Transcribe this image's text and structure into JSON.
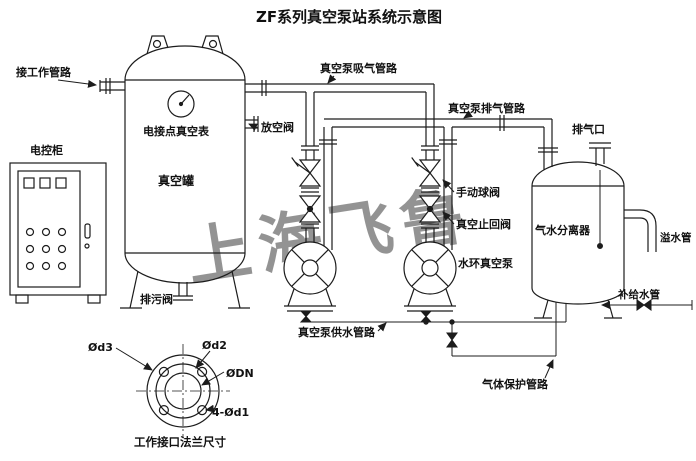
{
  "title": "ZF系列真空泵站系统示意图",
  "watermark": "上海飞鲁",
  "labels": {
    "work_pipe": "接工作管路",
    "control_cabinet": "电控柜",
    "contact_vacuum_gauge": "电接点真空表",
    "vent_valve": "放空阀",
    "vacuum_tank": "真空罐",
    "drain_valve": "排污阀",
    "suction_line": "真空泵吸气管路",
    "exhaust_line": "真空泵排气管路",
    "manual_ball_valve": "手动球阀",
    "vacuum_check_valve": "真空止回阀",
    "water_ring_pump": "水环真空泵",
    "exhaust_port": "排气口",
    "gas_water_separator": "气水分离器",
    "overflow_pipe": "溢水管",
    "makeup_water_pipe": "补给水管",
    "pump_water_supply_line": "真空泵供水管路",
    "gas_protection_line": "气体保护管路"
  },
  "flange_detail": {
    "d3": "Ød3",
    "d2": "Ød2",
    "dn": "ØDN",
    "bolt_holes": "4-Ød1",
    "caption": "工作接口法兰尺寸"
  },
  "colors": {
    "line": "#1c1c1c",
    "background": "#ffffff",
    "watermark": "#c9c9c9"
  }
}
